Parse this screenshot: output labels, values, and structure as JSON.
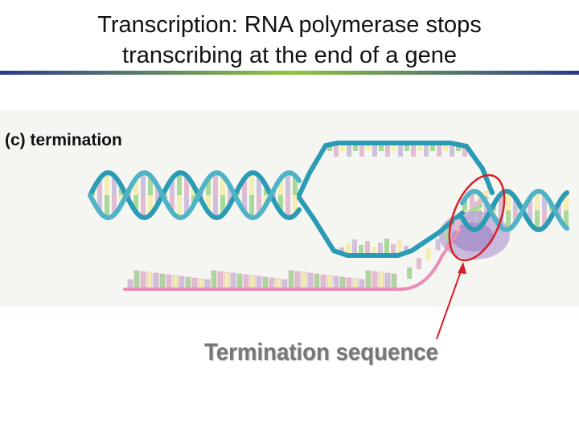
{
  "slide": {
    "title_line1": "Transcription:  RNA polymerase stops",
    "title_line2": "transcribing at the end of a gene"
  },
  "figure": {
    "panel_label": "(c)  termination",
    "callout_label": "Termination sequence"
  },
  "colors": {
    "rule_left": "#2b3990",
    "rule_mid": "#8dc63f",
    "rule_right": "#2b3990",
    "dna_backbone": "#2a9bb5",
    "rna_backbone": "#e98fb6",
    "base_green": "#a8d89a",
    "base_pink": "#e3bcd0",
    "base_yellow": "#f2eeb0",
    "base_lilac": "#cfc0dc",
    "polymerase": "#b9a4d6",
    "highlight": "#d91f26",
    "panel_bg": "#f5f5f2"
  }
}
